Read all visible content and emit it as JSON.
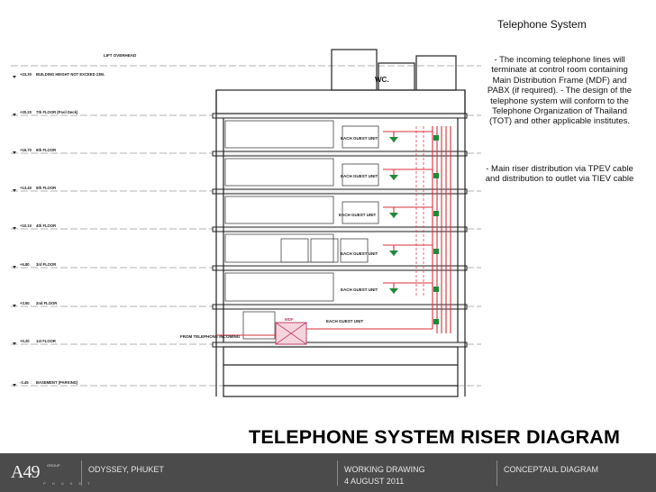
{
  "panel": {
    "title": "Telephone System",
    "note1": "- The incoming telephone lines will terminate at control room containing Main Distribution Frame (MDF) and PABX (if required). - The design of the telephone system will conform to the Telephone Organization of Thailand (TOT) and other applicable institutes.",
    "note2": "- Main riser distribution via TPEV cable and distribution to outlet via TIEV cable"
  },
  "diagram": {
    "title": "TELEPHONE SYSTEM RISER DIAGRAM",
    "lift_label": "LIFT OVERHEAD",
    "wc_label": "WC.",
    "mdf_label": "MDF",
    "incoming_label": "FROM TELEPHONE INCOMING",
    "levels": [
      {
        "elev": "+23.30",
        "name": "BUILDING HEIGHT NOT EXCEED 23M."
      },
      {
        "elev": "+20.20",
        "name": "7th FLOOR (Pool Deck)"
      },
      {
        "elev": "+16.70",
        "name": "6th FLOOR"
      },
      {
        "elev": "+13.40",
        "name": "5th FLOOR"
      },
      {
        "elev": "+10.10",
        "name": "4th FLOOR"
      },
      {
        "elev": "+6.80",
        "name": "3rd FLOOR"
      },
      {
        "elev": "+3.50",
        "name": "2nd FLOOR"
      },
      {
        "elev": "+0.20",
        "name": "1st FLOOR"
      },
      {
        "elev": "-3.45",
        "name": "BASEMENT (PARKING)"
      }
    ],
    "unit_labels": [
      "EACH GUEST UNIT",
      "EACH GUEST UNIT",
      "EACH GUEST UNIT",
      "EACH GUEST UNIT",
      "EACH GUEST UNIT",
      "EACH GUEST UNIT"
    ]
  },
  "footer": {
    "logo": "A49",
    "logo_sub": "GROUP",
    "logo_dots": "P H U K E T",
    "project": "ODYSSEY, PHUKET",
    "status": "WORKING DRAWING",
    "date": "4 AUGUST 2011",
    "stage": "CONCEPTAUL DIAGRAM"
  },
  "colors": {
    "riser": "#d9303a",
    "outlet": "#1e8a3a",
    "footer": "#4b4b4b"
  }
}
